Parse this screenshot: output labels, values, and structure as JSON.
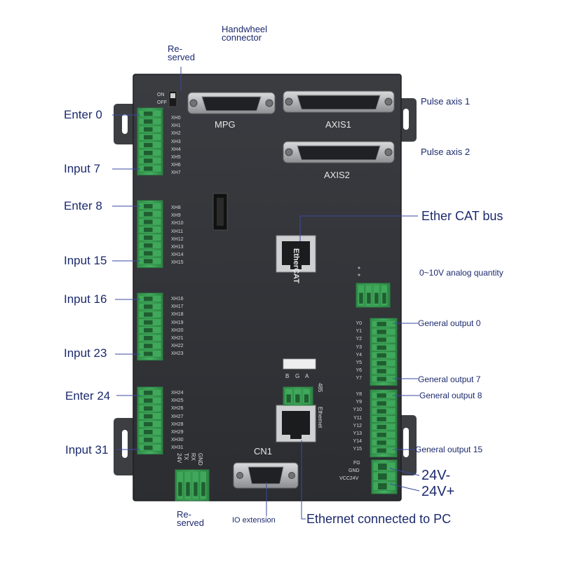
{
  "colors": {
    "board": "#303236",
    "plate": "#3a3c40",
    "terminal": "#3fa85a",
    "terminal_dark": "#2b7e40",
    "callout_text": "#1c2a6e",
    "leader_line": "#3a4aa0",
    "silkscreen": "#dcdcdc"
  },
  "callouts": {
    "handwheel": "Handwheel connector",
    "handwheel_l1": "Handwheel",
    "handwheel_l2": "connector",
    "reserved_top_l1": "Re-",
    "reserved_top_l2": "served",
    "enter0": "Enter 0",
    "input7": "Input 7",
    "enter8": "Enter 8",
    "input15": "Input 15",
    "input16": "Input 16",
    "input23": "Input 23",
    "enter24": "Enter 24",
    "input31": "Input 31",
    "pulse1": "Pulse axis 1",
    "pulse2": "Pulse axis 2",
    "ethercat_bus": "Ether CAT bus",
    "analog": "0~10V analog quantity",
    "gen_out0": "General output 0",
    "gen_out7": "General output 7",
    "gen_out8": "General output 8",
    "gen_out15": "General output 15",
    "v24minus": "24V-",
    "v24plus": "24V+",
    "reserved_bottom_l1": "Re-",
    "reserved_bottom_l2": "served",
    "io_extension": "IO extension",
    "ethernet_pc": "Ethernet connected to PC"
  },
  "board_labels": {
    "mpg": "MPG",
    "axis1": "AXIS1",
    "axis2": "AXIS2",
    "on": "ON",
    "off": "OFF",
    "ethercat_word": "EtherCAT",
    "cn1": "CN1",
    "rs485": "485",
    "ethernet": "Ethernet",
    "b": "B",
    "g": "G",
    "a": "A",
    "fg": "FG",
    "gnd_out": "GND",
    "vcc24v": "VCC24V",
    "serial_gnd": "GND",
    "serial_rx": "RX",
    "serial_tx": "TX",
    "serial_24v": "24V"
  },
  "inputs": {
    "group1": [
      "XH0",
      "XH1",
      "XH2",
      "XH3",
      "XH4",
      "XH5",
      "XH6",
      "XH7"
    ],
    "group2": [
      "XH8",
      "XH9",
      "XH10",
      "XH11",
      "XH12",
      "XH13",
      "XH14",
      "XH15"
    ],
    "group3": [
      "XH16",
      "XH17",
      "XH18",
      "XH19",
      "XH20",
      "XH21",
      "XH22",
      "XH23"
    ],
    "group4": [
      "XH24",
      "XH25",
      "XH26",
      "XH27",
      "XH28",
      "XH29",
      "XH30",
      "XH31"
    ]
  },
  "outputs": {
    "group1": [
      "Y0",
      "Y1",
      "Y2",
      "Y3",
      "Y4",
      "Y5",
      "Y6",
      "Y7"
    ],
    "group2": [
      "Y8",
      "Y9",
      "Y10",
      "Y11",
      "Y12",
      "Y13",
      "Y14",
      "Y15"
    ]
  }
}
